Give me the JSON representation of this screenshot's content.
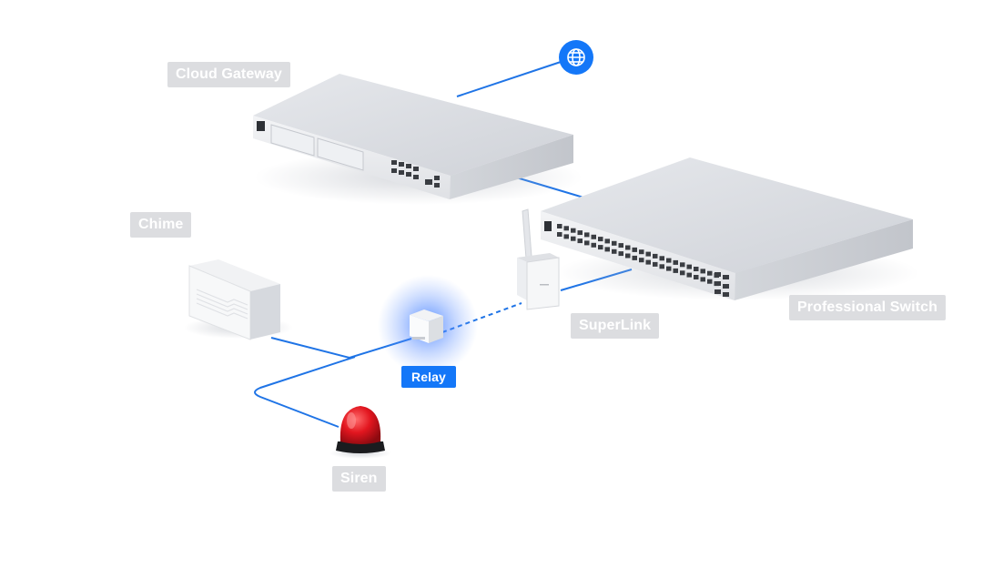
{
  "labels": {
    "cloud_gateway": "Cloud Gateway",
    "chime": "Chime",
    "superlink": "SuperLink",
    "professional_switch": "Professional Switch",
    "relay": "Relay",
    "siren": "Siren"
  },
  "active_device": "relay",
  "colors": {
    "link": "#1f74e6",
    "accent": "#1477f8",
    "label_bg": "#dcdde0",
    "siren": "#d9141b"
  },
  "icons": {
    "internet": "globe-icon"
  }
}
